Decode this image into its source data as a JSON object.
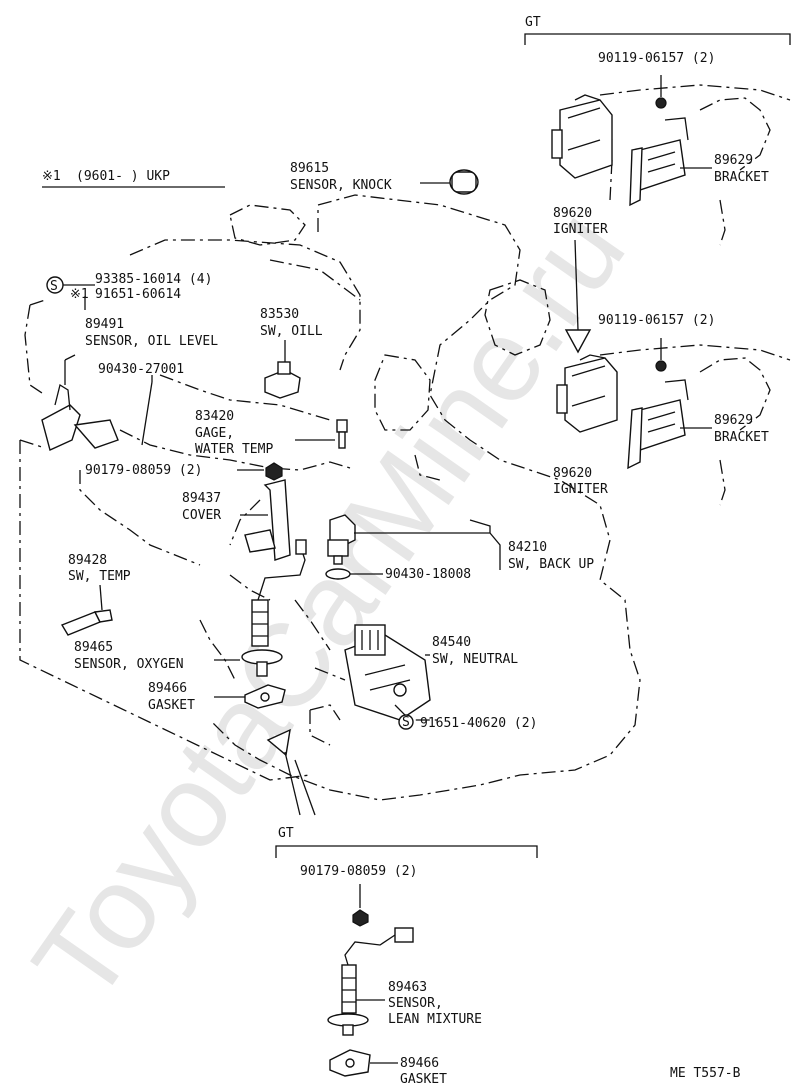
{
  "watermark": "ToyotaCarMine.ru",
  "diagram_code": "ME T557-B",
  "note": {
    "mark": "※1",
    "label": "(9601-        ) UKP"
  },
  "groups": {
    "gt_top": "GT",
    "gt_bottom": "GT"
  },
  "parts": {
    "p90119a": {
      "num": "90119-06157 (2)"
    },
    "p89629a": {
      "num": "89629",
      "name": "BRACKET"
    },
    "p89620a": {
      "num": "89620",
      "name": "IGNITER"
    },
    "p90119b": {
      "num": "90119-06157 (2)"
    },
    "p89629b": {
      "num": "89629",
      "name": "BRACKET"
    },
    "p89620b": {
      "num": "89620",
      "name": "IGNITER"
    },
    "p89615": {
      "num": "89615",
      "name": "SENSOR, KNOCK"
    },
    "p93385": {
      "mark": "S",
      "num": "93385-16014 (4)"
    },
    "p91651a": {
      "mark": "※1",
      "num": "91651-60614"
    },
    "p89491": {
      "num": "89491",
      "name": "SENSOR, OIL LEVEL"
    },
    "p83530": {
      "num": "83530",
      "name": "SW, OILL"
    },
    "p90430a": {
      "num": "90430-27001"
    },
    "p83420": {
      "num": "83420",
      "name1": "GAGE,",
      "name2": "WATER TEMP"
    },
    "p90179a": {
      "num": "90179-08059 (2)"
    },
    "p89437": {
      "num": "89437",
      "name": "COVER"
    },
    "p84210": {
      "num": "84210",
      "name": "SW, BACK UP"
    },
    "p90430b": {
      "num": "90430-18008"
    },
    "p89428": {
      "num": "89428",
      "name": "SW, TEMP"
    },
    "p89465": {
      "num": "89465",
      "name": "SENSOR, OXYGEN"
    },
    "p89466a": {
      "num": "89466",
      "name": "GASKET"
    },
    "p84540": {
      "num": "84540",
      "name": "SW, NEUTRAL"
    },
    "p91651b": {
      "mark": "S",
      "num": "91651-40620 (2)"
    },
    "p90179b": {
      "num": "90179-08059 (2)"
    },
    "p89463": {
      "num": "89463",
      "name1": "SENSOR,",
      "name2": "LEAN MIXTURE"
    },
    "p89466b": {
      "num": "89466",
      "name": "GASKET"
    }
  }
}
